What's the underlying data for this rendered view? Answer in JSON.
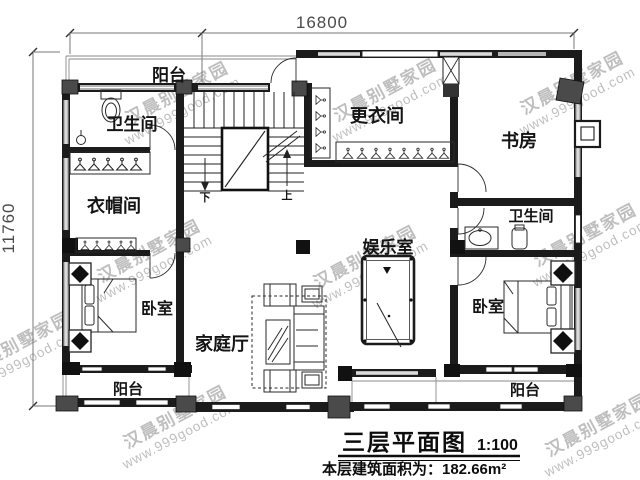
{
  "dimensions": {
    "width_mm": "16800",
    "height_mm": "11760"
  },
  "rooms": {
    "balcony_top": "阳台",
    "bath_top_left": "卫生间",
    "cloakroom": "衣帽间",
    "dressing_room": "更衣间",
    "study": "书房",
    "bath_right": "卫生间",
    "entertainment": "娱乐室",
    "family_hall": "家庭厅",
    "bedroom_left": "卧室",
    "bedroom_right": "卧室",
    "balcony_bottom_left": "阳台",
    "balcony_bottom_right": "阳台"
  },
  "stairs": {
    "down": "下",
    "up": "上"
  },
  "titleblock": {
    "title": "三层平面图",
    "scale": "1:100",
    "area": "本层建筑面积为：182.66m²"
  },
  "watermark": {
    "line1": "汉晨别墅家园",
    "line2": "www.999good.com"
  },
  "colors": {
    "ink": "#1b1b1b",
    "window_gray": "#b5b5b5",
    "watermark": "#949494"
  }
}
